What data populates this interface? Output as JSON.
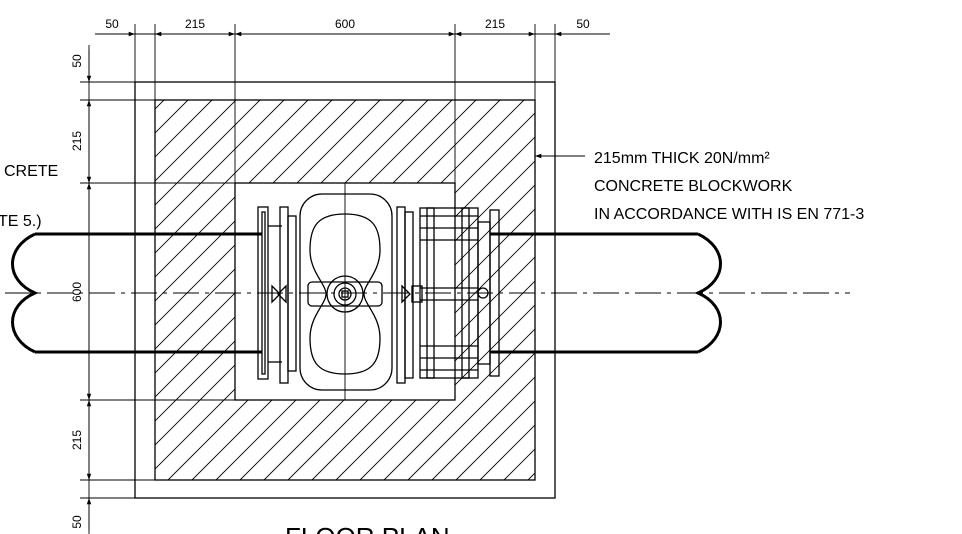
{
  "dimensions": {
    "top": [
      "50",
      "215",
      "600",
      "215",
      "50"
    ],
    "left": [
      "50",
      "215",
      "600",
      "215",
      "50"
    ]
  },
  "notes": {
    "blockwork": [
      "215mm THICK 20N/mm²",
      "CONCRETE BLOCKWORK",
      "IN ACCORDANCE WITH IS EN 771-3"
    ],
    "left_partial": [
      "CRETE",
      "TE 5.)"
    ]
  },
  "title": "FLOOR PLAN"
}
